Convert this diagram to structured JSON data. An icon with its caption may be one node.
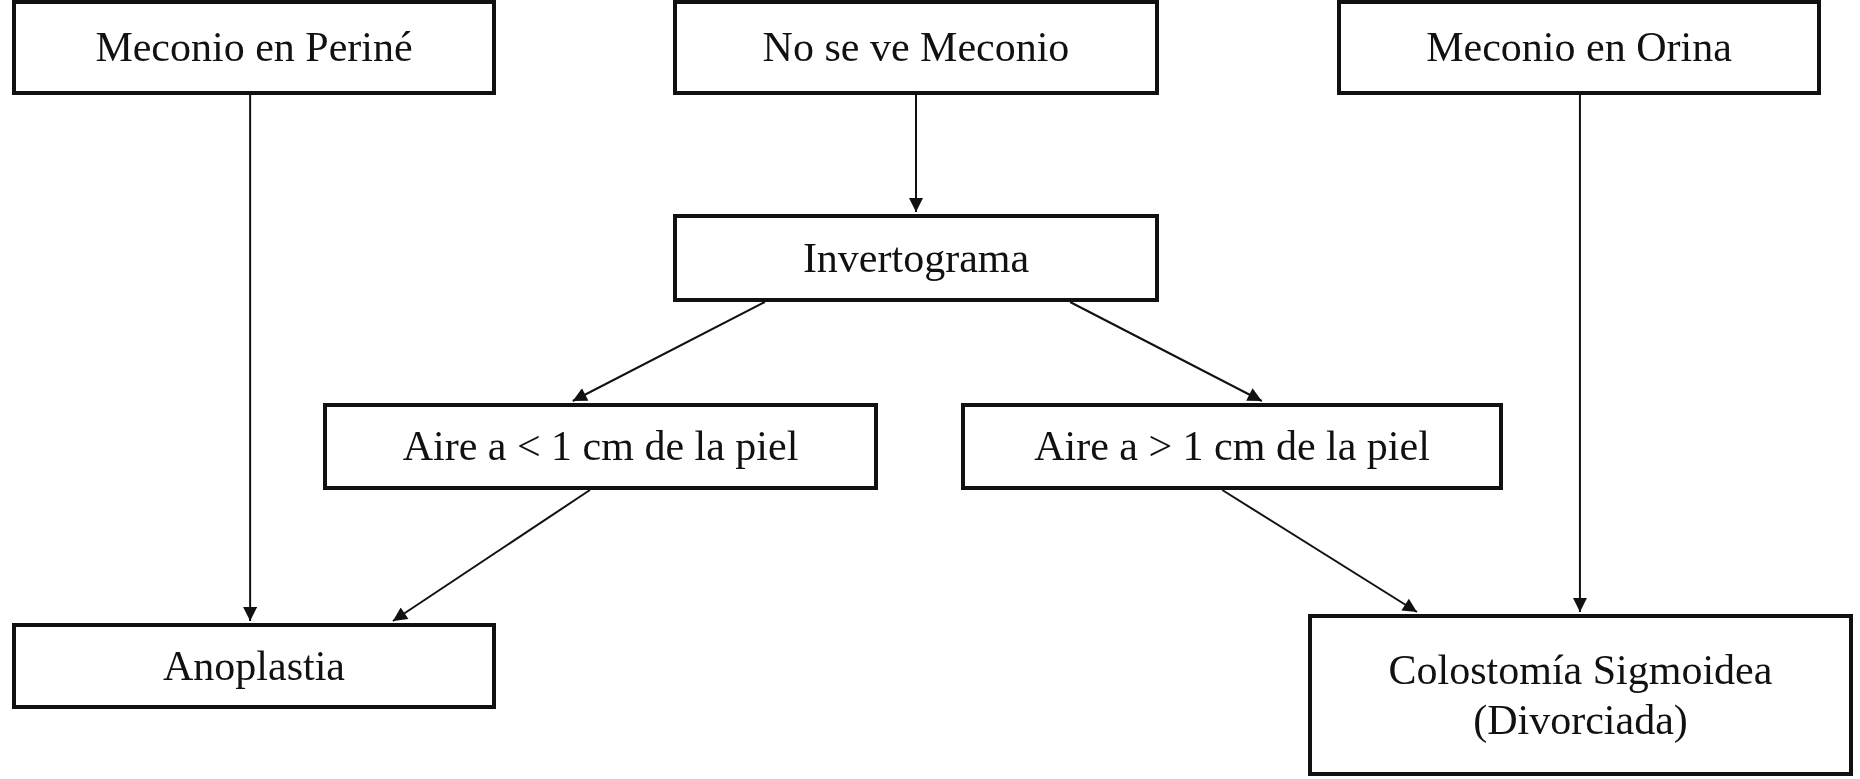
{
  "diagram": {
    "nodes": [
      {
        "text": [
          "Meconio en Periné"
        ]
      },
      {
        "text": [
          "No se ve Meconio"
        ]
      },
      {
        "text": [
          "Meconio en Orina"
        ]
      },
      {
        "text": [
          "Invertograma"
        ]
      },
      {
        "text": [
          "Aire a < 1 cm de la piel"
        ]
      },
      {
        "text": [
          "Aire a > 1 cm de la piel"
        ]
      },
      {
        "text": [
          "Anoplastia"
        ]
      },
      {
        "text": [
          "Colostomía Sigmoidea (Divorciada)"
        ]
      }
    ],
    "edges": [
      {
        "from": 0,
        "to": 6,
        "arrow": "to"
      },
      {
        "from": 1,
        "to": 3,
        "arrow": "to"
      },
      {
        "from": 2,
        "to": 7,
        "arrow": "to"
      },
      {
        "from": 3,
        "to": 4,
        "arrow": "to"
      },
      {
        "from": 3,
        "to": 5,
        "arrow": "to"
      },
      {
        "from": 4,
        "to": 6,
        "arrow": "to"
      },
      {
        "from": 5,
        "to": 7,
        "arrow": "to"
      }
    ]
  }
}
